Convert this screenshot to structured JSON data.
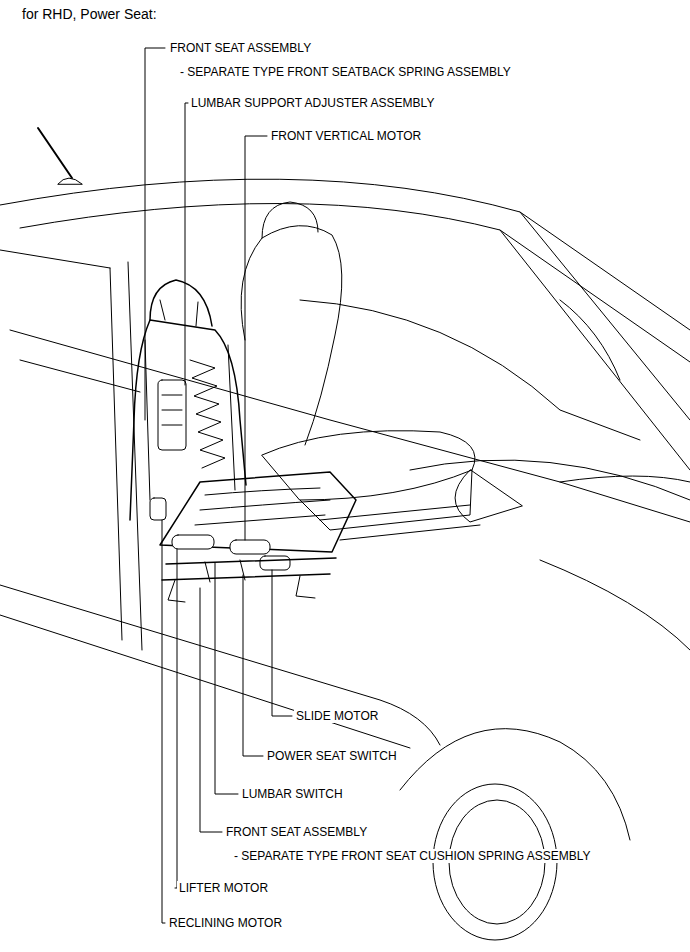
{
  "diagram": {
    "title": "for RHD, Power Seat:",
    "labels": [
      "FRONT SEAT ASSEMBLY",
      "- SEPARATE TYPE FRONT SEATBACK SPRING ASSEMBLY",
      "LUMBAR SUPPORT ADJUSTER ASSEMBLY",
      "FRONT VERTICAL MOTOR",
      "SLIDE MOTOR",
      "POWER SEAT SWITCH",
      "LUMBAR SWITCH",
      "FRONT SEAT ASSEMBLY",
      "- SEPARATE TYPE FRONT SEAT CUSHION SPRING ASSEMBLY",
      "LIFTER MOTOR",
      "RECLINING MOTOR"
    ]
  }
}
